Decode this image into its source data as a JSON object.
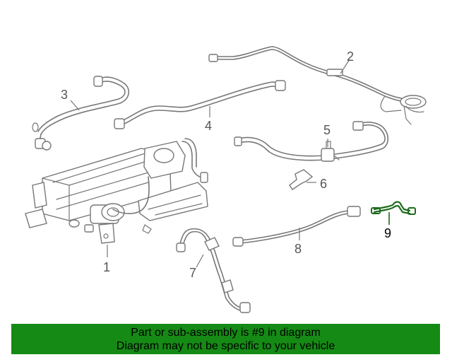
{
  "callouts": {
    "c1": "1",
    "c2": "2",
    "c3": "3",
    "c4": "4",
    "c5": "5",
    "c6": "6",
    "c7": "7",
    "c8": "8",
    "c9": "9"
  },
  "highlight_color": "#1e6b1e",
  "footer": {
    "background": "#158a15",
    "line1": "Part or sub-assembly is #9 in diagram",
    "line2": "Diagram may not be specific to your vehicle"
  }
}
